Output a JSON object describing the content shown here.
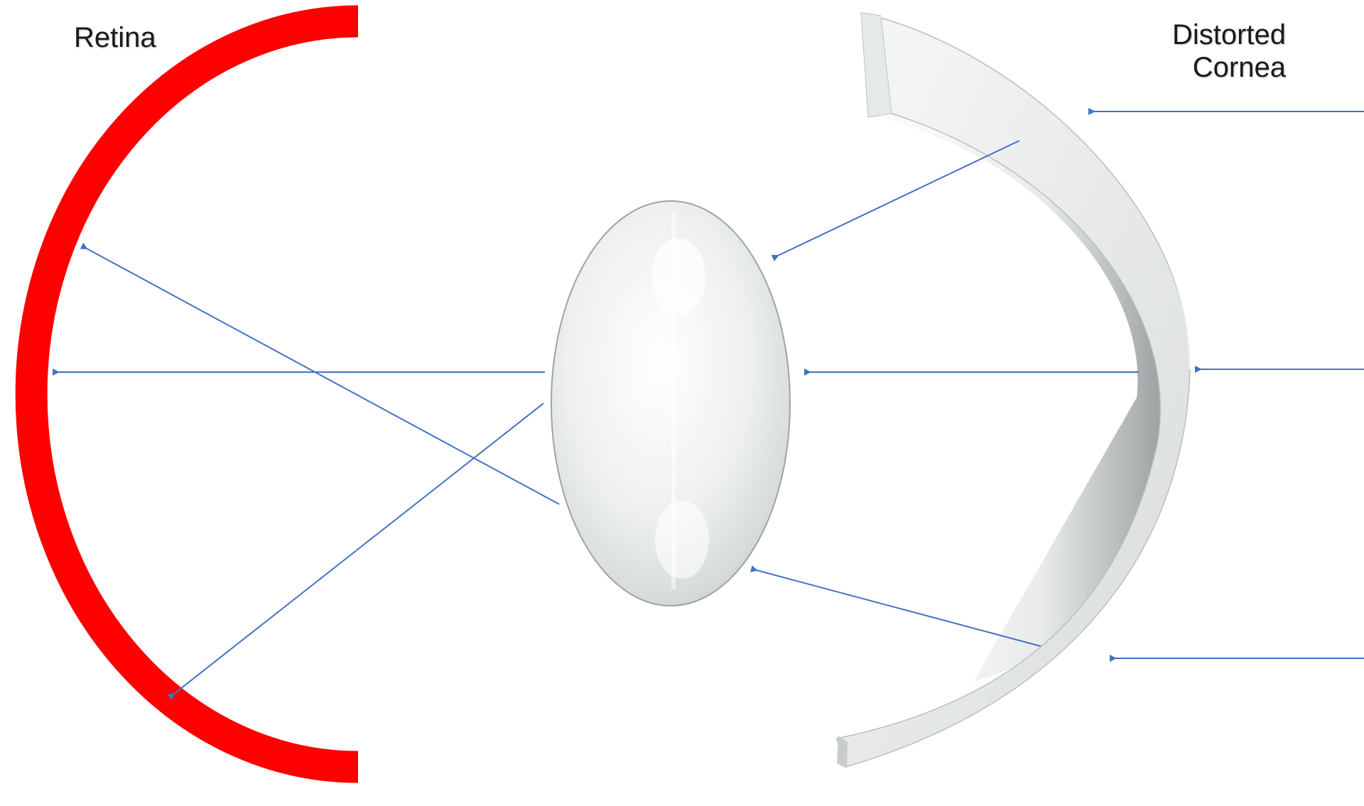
{
  "labels": {
    "retina": "Retina",
    "cornea_line1": "Distorted",
    "cornea_line2": "Cornea"
  },
  "colors": {
    "retina": "#ff0000",
    "ray": "#4472c4",
    "lens_fill": "#eef0f0",
    "cornea_fill": "#f0f1f1",
    "cornea_shadow": "#8c9090"
  },
  "parts": [
    "retina-arc",
    "lens",
    "distorted-cornea",
    "light-rays"
  ]
}
